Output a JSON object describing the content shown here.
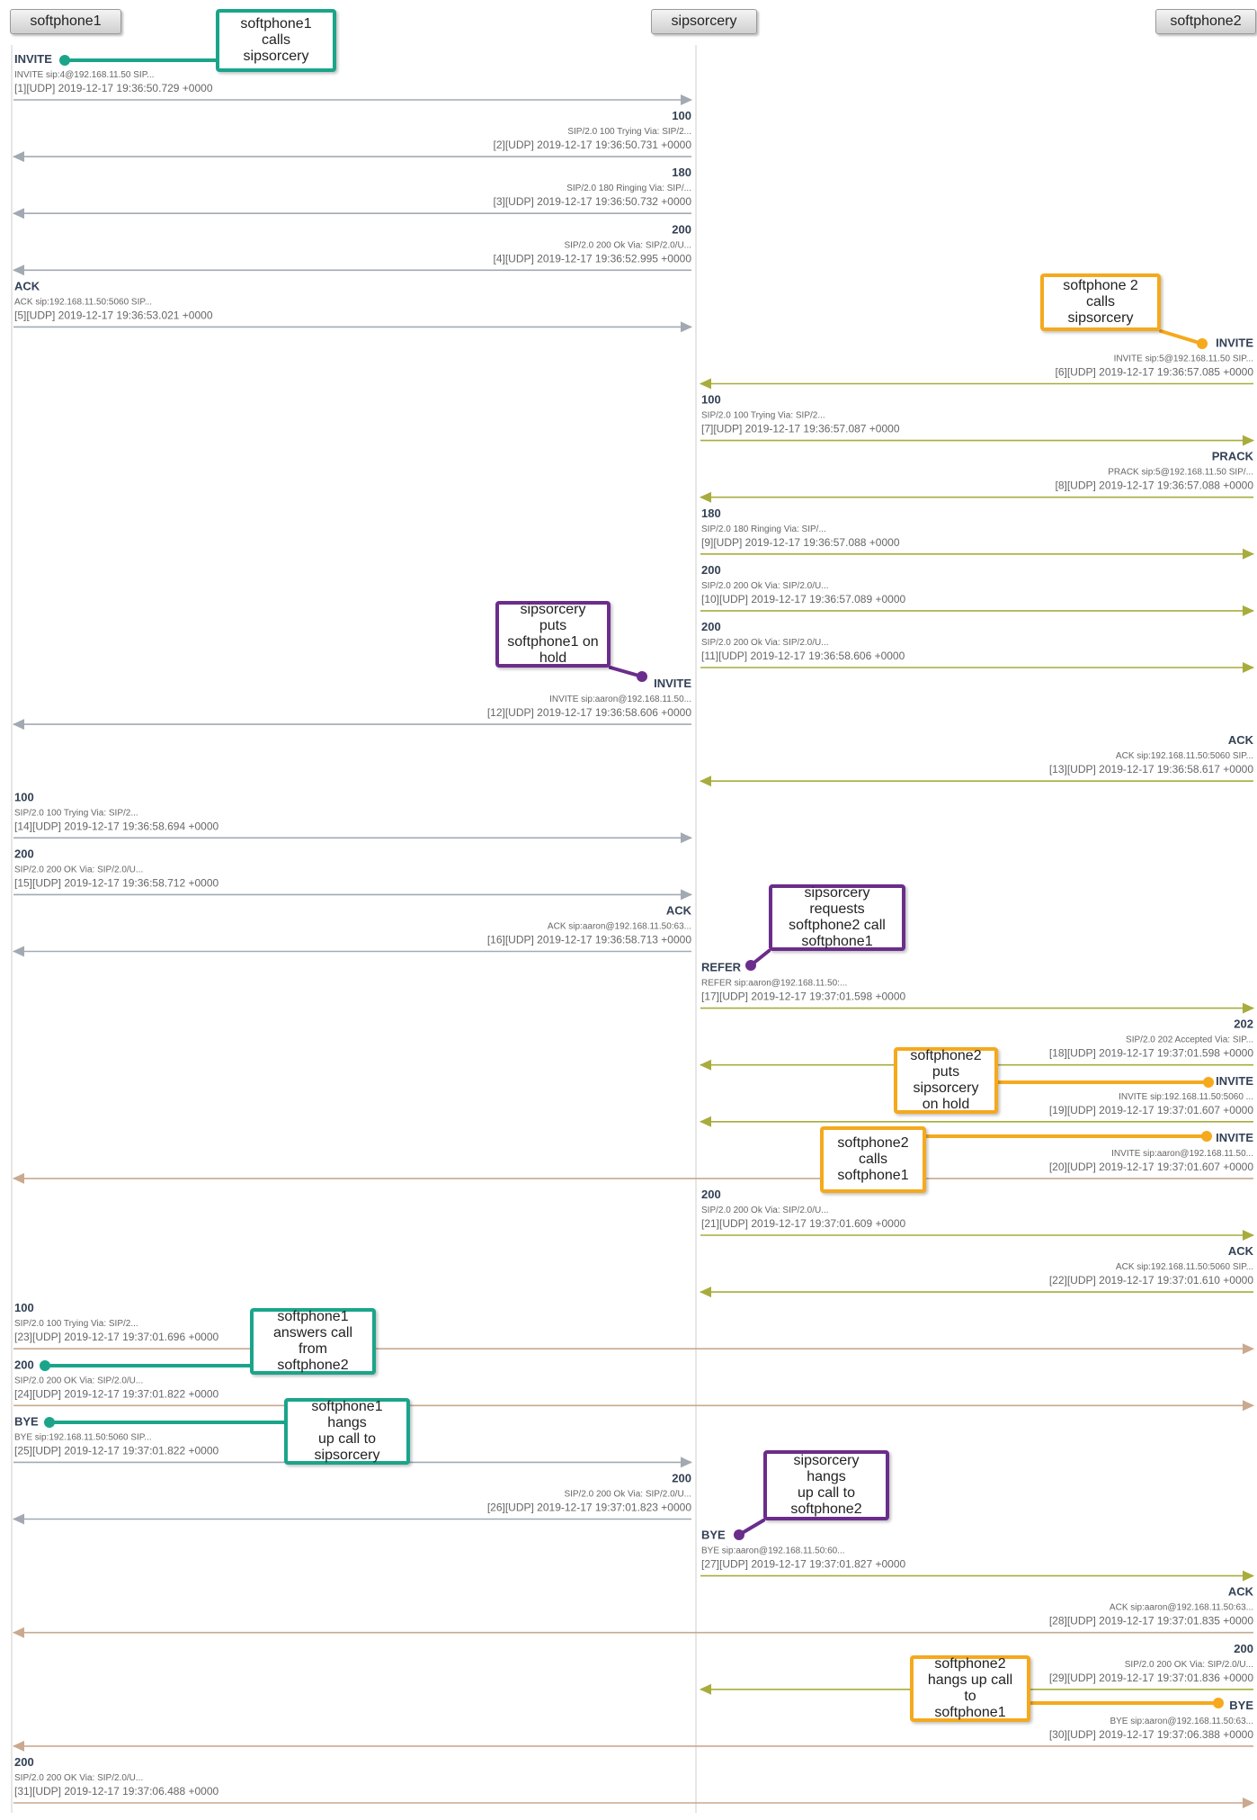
{
  "participants": [
    {
      "name": "softphone1"
    },
    {
      "name": "sipsorcery"
    },
    {
      "name": "softphone2"
    }
  ],
  "colors": {
    "leg_sp1": "#a3a9b2",
    "leg_sp2": "#a8ac3c",
    "leg_sp2_sp1": "#c9a98f",
    "title_text": "#334155",
    "detail_text": "#666666",
    "teal": "#1aa58a",
    "orange": "#f5a91d",
    "purple": "#6b2d8b",
    "lifeline": "#cccccc"
  },
  "messages": [
    {
      "num": 1,
      "from": "softphone1",
      "to": "sipsorcery",
      "color": "leg_sp1",
      "title": "INVITE",
      "detail": "INVITE sip:4@192.168.11.50 SIP...",
      "stamp": "[1][UDP] 2019-12-17 19:36:50.729 +0000"
    },
    {
      "num": 2,
      "from": "sipsorcery",
      "to": "softphone1",
      "color": "leg_sp1",
      "title": "100",
      "detail": "SIP/2.0 100 Trying Via: SIP/2...",
      "stamp": "[2][UDP] 2019-12-17 19:36:50.731 +0000"
    },
    {
      "num": 3,
      "from": "sipsorcery",
      "to": "softphone1",
      "color": "leg_sp1",
      "title": "180",
      "detail": "SIP/2.0 180 Ringing Via: SIP/...",
      "stamp": "[3][UDP] 2019-12-17 19:36:50.732 +0000"
    },
    {
      "num": 4,
      "from": "sipsorcery",
      "to": "softphone1",
      "color": "leg_sp1",
      "title": "200",
      "detail": "SIP/2.0 200 Ok Via: SIP/2.0/U...",
      "stamp": "[4][UDP] 2019-12-17 19:36:52.995 +0000"
    },
    {
      "num": 5,
      "from": "softphone1",
      "to": "sipsorcery",
      "color": "leg_sp1",
      "title": "ACK",
      "detail": "ACK sip:192.168.11.50:5060 SIP...",
      "stamp": "[5][UDP] 2019-12-17 19:36:53.021 +0000"
    },
    {
      "num": 6,
      "from": "softphone2",
      "to": "sipsorcery",
      "color": "leg_sp2",
      "title": "INVITE",
      "detail": "INVITE sip:5@192.168.11.50 SIP...",
      "stamp": "[6][UDP] 2019-12-17 19:36:57.085 +0000"
    },
    {
      "num": 7,
      "from": "sipsorcery",
      "to": "softphone2",
      "color": "leg_sp2",
      "title": "100",
      "detail": "SIP/2.0 100 Trying Via: SIP/2...",
      "stamp": "[7][UDP] 2019-12-17 19:36:57.087 +0000"
    },
    {
      "num": 8,
      "from": "softphone2",
      "to": "sipsorcery",
      "color": "leg_sp2",
      "title": "PRACK",
      "detail": "PRACK sip:5@192.168.11.50 SIP/...",
      "stamp": "[8][UDP] 2019-12-17 19:36:57.088 +0000"
    },
    {
      "num": 9,
      "from": "sipsorcery",
      "to": "softphone2",
      "color": "leg_sp2",
      "title": "180",
      "detail": "SIP/2.0 180 Ringing Via: SIP/...",
      "stamp": "[9][UDP] 2019-12-17 19:36:57.088 +0000"
    },
    {
      "num": 10,
      "from": "sipsorcery",
      "to": "softphone2",
      "color": "leg_sp2",
      "title": "200",
      "detail": "SIP/2.0 200 Ok Via: SIP/2.0/U...",
      "stamp": "[10][UDP] 2019-12-17 19:36:57.089 +0000"
    },
    {
      "num": 11,
      "from": "sipsorcery",
      "to": "softphone2",
      "color": "leg_sp2",
      "title": "200",
      "detail": "SIP/2.0 200 Ok Via: SIP/2.0/U...",
      "stamp": "[11][UDP] 2019-12-17 19:36:58.606 +0000"
    },
    {
      "num": 12,
      "from": "sipsorcery",
      "to": "softphone1",
      "color": "leg_sp1",
      "title": "INVITE",
      "detail": "INVITE sip:aaron@192.168.11.50...",
      "stamp": "[12][UDP] 2019-12-17 19:36:58.606 +0000"
    },
    {
      "num": 13,
      "from": "softphone2",
      "to": "sipsorcery",
      "color": "leg_sp2",
      "title": "ACK",
      "detail": "ACK sip:192.168.11.50:5060 SIP...",
      "stamp": "[13][UDP] 2019-12-17 19:36:58.617 +0000"
    },
    {
      "num": 14,
      "from": "softphone1",
      "to": "sipsorcery",
      "color": "leg_sp1",
      "title": "100",
      "detail": "SIP/2.0 100 Trying Via: SIP/2...",
      "stamp": "[14][UDP] 2019-12-17 19:36:58.694 +0000"
    },
    {
      "num": 15,
      "from": "softphone1",
      "to": "sipsorcery",
      "color": "leg_sp1",
      "title": "200",
      "detail": "SIP/2.0 200 OK Via: SIP/2.0/U...",
      "stamp": "[15][UDP] 2019-12-17 19:36:58.712 +0000"
    },
    {
      "num": 16,
      "from": "sipsorcery",
      "to": "softphone1",
      "color": "leg_sp1",
      "title": "ACK",
      "detail": "ACK sip:aaron@192.168.11.50:63...",
      "stamp": "[16][UDP] 2019-12-17 19:36:58.713 +0000"
    },
    {
      "num": 17,
      "from": "sipsorcery",
      "to": "softphone2",
      "color": "leg_sp2",
      "title": "REFER",
      "detail": "REFER sip:aaron@192.168.11.50:...",
      "stamp": "[17][UDP] 2019-12-17 19:37:01.598 +0000"
    },
    {
      "num": 18,
      "from": "softphone2",
      "to": "sipsorcery",
      "color": "leg_sp2",
      "title": "202",
      "detail": "SIP/2.0 202 Accepted Via: SIP...",
      "stamp": "[18][UDP] 2019-12-17 19:37:01.598 +0000"
    },
    {
      "num": 19,
      "from": "softphone2",
      "to": "sipsorcery",
      "color": "leg_sp2",
      "title": "INVITE",
      "detail": "INVITE sip:192.168.11.50:5060 ...",
      "stamp": "[19][UDP] 2019-12-17 19:37:01.607 +0000"
    },
    {
      "num": 20,
      "from": "softphone2",
      "to": "softphone1",
      "color": "leg_sp2_sp1",
      "title": "INVITE",
      "detail": "INVITE sip:aaron@192.168.11.50...",
      "stamp": "[20][UDP] 2019-12-17 19:37:01.607 +0000"
    },
    {
      "num": 21,
      "from": "sipsorcery",
      "to": "softphone2",
      "color": "leg_sp2",
      "title": "200",
      "detail": "SIP/2.0 200 Ok Via: SIP/2.0/U...",
      "stamp": "[21][UDP] 2019-12-17 19:37:01.609 +0000"
    },
    {
      "num": 22,
      "from": "softphone2",
      "to": "sipsorcery",
      "color": "leg_sp2",
      "title": "ACK",
      "detail": "ACK sip:192.168.11.50:5060 SIP...",
      "stamp": "[22][UDP] 2019-12-17 19:37:01.610 +0000"
    },
    {
      "num": 23,
      "from": "softphone1",
      "to": "softphone2",
      "color": "leg_sp2_sp1",
      "title": "100",
      "detail": "SIP/2.0 100 Trying Via: SIP/2...",
      "stamp": "[23][UDP] 2019-12-17 19:37:01.696 +0000"
    },
    {
      "num": 24,
      "from": "softphone1",
      "to": "softphone2",
      "color": "leg_sp2_sp1",
      "title": "200",
      "detail": "SIP/2.0 200 OK Via: SIP/2.0/U...",
      "stamp": "[24][UDP] 2019-12-17 19:37:01.822 +0000"
    },
    {
      "num": 25,
      "from": "softphone1",
      "to": "sipsorcery",
      "color": "leg_sp1",
      "title": "BYE",
      "detail": "BYE sip:192.168.11.50:5060 SIP...",
      "stamp": "[25][UDP] 2019-12-17 19:37:01.822 +0000"
    },
    {
      "num": 26,
      "from": "sipsorcery",
      "to": "softphone1",
      "color": "leg_sp1",
      "title": "200",
      "detail": "SIP/2.0 200 Ok Via: SIP/2.0/U...",
      "stamp": "[26][UDP] 2019-12-17 19:37:01.823 +0000"
    },
    {
      "num": 27,
      "from": "sipsorcery",
      "to": "softphone2",
      "color": "leg_sp2",
      "title": "BYE",
      "detail": "BYE sip:aaron@192.168.11.50:60...",
      "stamp": "[27][UDP] 2019-12-17 19:37:01.827 +0000"
    },
    {
      "num": 28,
      "from": "softphone2",
      "to": "softphone1",
      "color": "leg_sp2_sp1",
      "title": "ACK",
      "detail": "ACK sip:aaron@192.168.11.50:63...",
      "stamp": "[28][UDP] 2019-12-17 19:37:01.835 +0000"
    },
    {
      "num": 29,
      "from": "softphone2",
      "to": "sipsorcery",
      "color": "leg_sp2",
      "title": "200",
      "detail": "SIP/2.0 200 OK Via: SIP/2.0/U...",
      "stamp": "[29][UDP] 2019-12-17 19:37:01.836 +0000"
    },
    {
      "num": 30,
      "from": "softphone2",
      "to": "softphone1",
      "color": "leg_sp2_sp1",
      "title": "BYE",
      "detail": "BYE sip:aaron@192.168.11.50:63...",
      "stamp": "[30][UDP] 2019-12-17 19:37:06.388 +0000"
    },
    {
      "num": 31,
      "from": "softphone1",
      "to": "softphone2",
      "color": "leg_sp2_sp1",
      "title": "200",
      "detail": "SIP/2.0 200 OK Via: SIP/2.0/U...",
      "stamp": "[31][UDP] 2019-12-17 19:37:06.488 +0000"
    }
  ],
  "annotations": [
    {
      "text": "softphone1 calls\nsipsorcery",
      "color": "teal",
      "message": 1
    },
    {
      "text": "softphone 2 calls\nsipsorcery",
      "color": "orange",
      "message": 6
    },
    {
      "text": "sipsorcery puts\nsoftphone1 on\nhold",
      "color": "purple",
      "message": 12
    },
    {
      "text": "sipsorcery requests\nsoftphone2 call\nsoftphone1",
      "color": "purple",
      "message": 17
    },
    {
      "text": "softphone2\nputs sipsorcery\non hold",
      "color": "orange",
      "message": 19
    },
    {
      "text": "softphone2\ncalls\nsoftphone1",
      "color": "orange",
      "message": 20
    },
    {
      "text": "softphone1\nanswers call from\nsoftphone2",
      "color": "teal",
      "message": 24
    },
    {
      "text": "softphone1 hangs\nup call to\nsipsorcery",
      "color": "teal",
      "message": 25
    },
    {
      "text": "sipsorcery hangs\nup call to\nsoftphone2",
      "color": "purple",
      "message": 27
    },
    {
      "text": "softphone2\nhangs up call to\nsoftphone1",
      "color": "orange",
      "message": 30
    }
  ]
}
